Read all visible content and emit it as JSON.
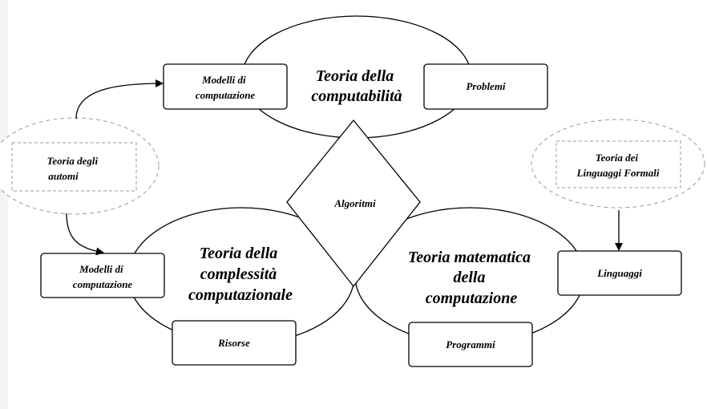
{
  "diagram": {
    "colors": {
      "stroke": "#000000",
      "dashed_stroke": "#9a9a9a",
      "background": "#ffffff",
      "side_strip": "#f4f4f4"
    },
    "ellipses": {
      "computabilita": {
        "lines": [
          "Teoria della",
          "computabilità"
        ]
      },
      "complessita": {
        "lines": [
          "Teoria della",
          "complessità",
          "computazionale"
        ]
      },
      "matematica": {
        "lines": [
          "Teoria matematica",
          "della",
          "computazione"
        ]
      }
    },
    "diamond": {
      "label": "Algoritmi"
    },
    "boxes": {
      "modelli_top": {
        "lines": [
          "Modelli di",
          "computazione"
        ]
      },
      "problemi": {
        "lines": [
          "Problemi"
        ]
      },
      "modelli_left": {
        "lines": [
          "Modelli di",
          "computazione"
        ]
      },
      "risorse": {
        "lines": [
          "Risorse"
        ]
      },
      "programmi": {
        "lines": [
          "Programmi"
        ]
      },
      "linguaggi": {
        "lines": [
          "Linguaggi"
        ]
      }
    },
    "dashed_clouds": {
      "automi": {
        "lines": [
          "Teoria degli",
          "automi"
        ]
      },
      "linguaggi_formali": {
        "lines": [
          "Teoria dei",
          "Linguaggi Formali"
        ]
      }
    }
  }
}
